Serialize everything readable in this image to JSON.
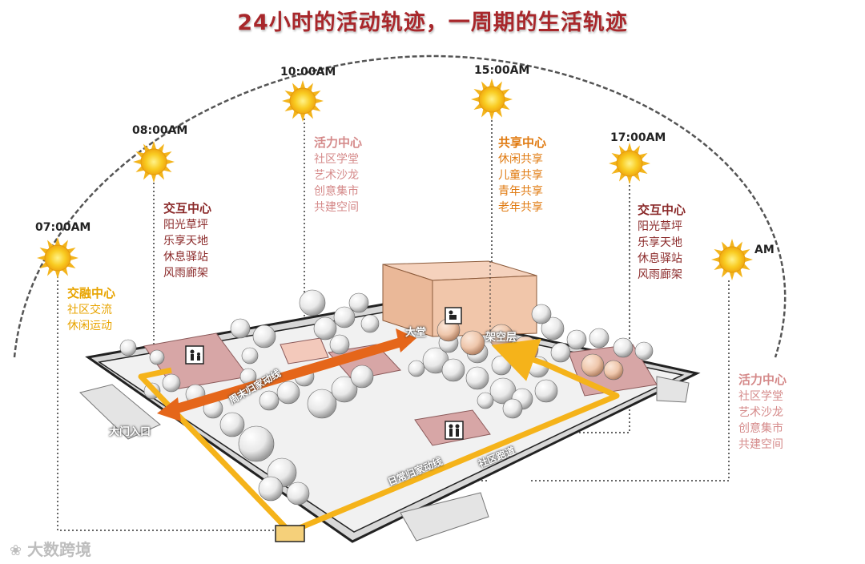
{
  "title": "24小时的活动轨迹，一周期的生活轨迹",
  "times": [
    "07:00AM",
    "08:00AM",
    "10:00AM",
    "15:00AM",
    "17:00AM",
    "AM"
  ],
  "zones": [
    {
      "title": "交融中心",
      "items": [
        "社区交流",
        "休闲运动"
      ]
    },
    {
      "title": "交互中心",
      "items": [
        "阳光草坪",
        "乐享天地",
        "休息驿站",
        "风雨廊架"
      ]
    },
    {
      "title": "活力中心",
      "items": [
        "社区学堂",
        "艺术沙龙",
        "创意集市",
        "共建空间"
      ]
    },
    {
      "title": "共享中心",
      "items": [
        "休闲共享",
        "儿童共享",
        "青年共享",
        "老年共享"
      ]
    },
    {
      "title": "交互中心",
      "items": [
        "阳光草坪",
        "乐享天地",
        "休息驿站",
        "风雨廊架"
      ]
    },
    {
      "title": "活力中心",
      "items": [
        "社区学堂",
        "艺术沙龙",
        "创意集市",
        "共建空间"
      ]
    }
  ],
  "plan_labels": {
    "main_gate": "大门入口",
    "lobby": "大堂",
    "stilt": "架空层",
    "route_a": "周末归家动线",
    "route_b": "日常归家动线",
    "route_c": "社区跑道"
  },
  "colors": {
    "title": "#a8272b",
    "maroon": "#8b2a2a",
    "orange_text": "#e07a10",
    "gold_text": "#e8a400",
    "pink_text": "#d58a8a",
    "orange_arrow": "#e5661a",
    "yellow_route": "#f5b31a",
    "sun": "#f7c21b"
  },
  "watermark": "大数跨境"
}
